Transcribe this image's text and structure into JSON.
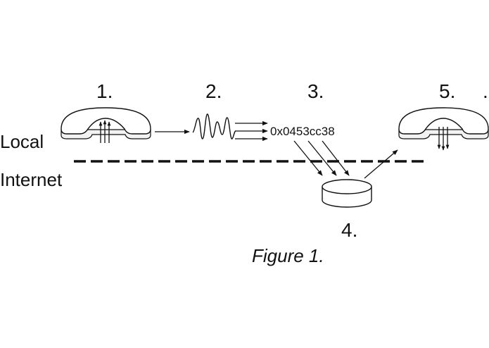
{
  "steps": {
    "s1": "1.",
    "s2": "2.",
    "s3": "3.",
    "s4": "4.",
    "s5": "5.",
    "trailing_dot": "."
  },
  "regions": {
    "local": "Local",
    "internet": "Internet"
  },
  "hash_value": "0x0453cc38",
  "caption": "Figure 1.",
  "icons": {
    "sender": "telephone-handset-icon",
    "signal": "waveform-icon",
    "storage": "database-disk-icon",
    "receiver": "telephone-handset-icon"
  }
}
